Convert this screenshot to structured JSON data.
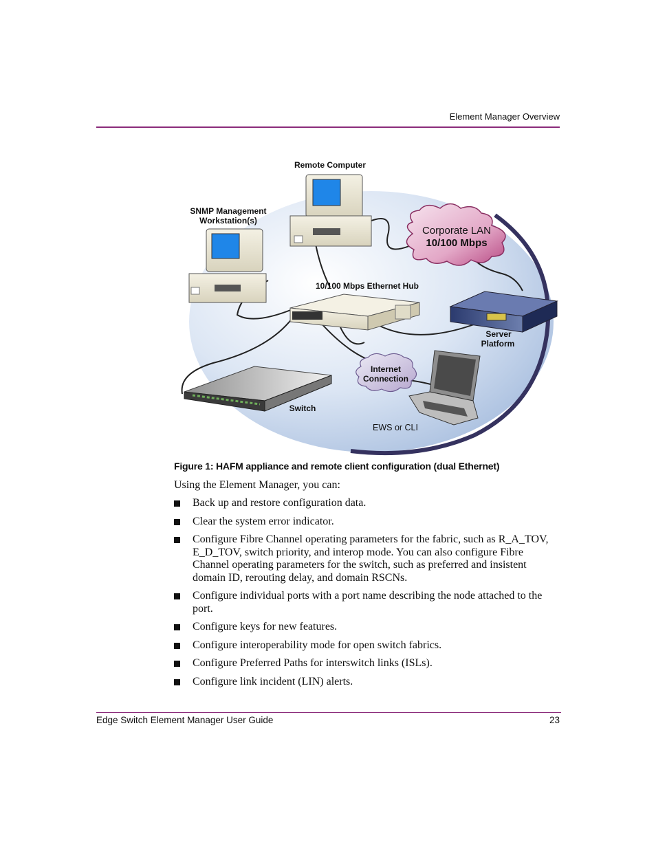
{
  "header": {
    "section_title": "Element Manager Overview"
  },
  "figure": {
    "labels": {
      "remote_computer": "Remote Computer",
      "snmp_line1": "SNMP Management",
      "snmp_line2": "Workstation(s)",
      "corporate_lan_line1": "Corporate LAN",
      "corporate_lan_line2": "10/100 Mbps",
      "ethernet_hub": "10/100 Mbps Ethernet Hub",
      "server_line1": "Server",
      "server_line2": "Platform",
      "internet_line1": "Internet",
      "internet_line2": "Connection",
      "switch": "Switch",
      "ews_cli": "EWS or CLI"
    },
    "caption": "Figure 1:  HAFM appliance and remote client configuration (dual Ethernet)"
  },
  "body": {
    "intro": "Using the Element Manager, you can:",
    "bullets": [
      "Back up and restore configuration data.",
      "Clear the system error indicator.",
      "Configure Fibre Channel operating parameters for the fabric, such as R_A_TOV, E_D_TOV, switch priority, and interop mode. You can also configure Fibre Channel operating parameters for the switch, such as preferred and insistent domain ID, rerouting delay, and domain RSCNs.",
      "Configure individual ports with a port name describing the node attached to the port.",
      "Configure keys for new features.",
      "Configure interoperability mode for open switch fabrics.",
      "Configure Preferred Paths for interswitch links (ISLs).",
      "Configure link incident (LIN) alerts."
    ]
  },
  "footer": {
    "guide_title": "Edge Switch Element Manager User Guide",
    "page_number": "23"
  },
  "colors": {
    "rule": "#8a2a7a",
    "cloud": "#c9548f",
    "ellipse": "#c7d7ee"
  }
}
